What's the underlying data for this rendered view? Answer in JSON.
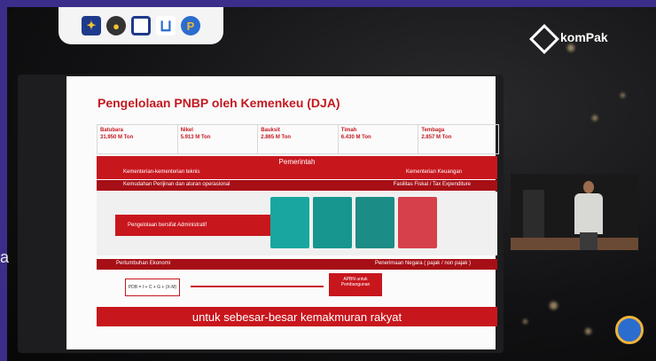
{
  "brand": {
    "name": "komPak",
    "logos": [
      "kemenkeu-emblem",
      "garuda-emblem",
      "square-logo",
      "bracket-logo",
      "p-logo"
    ]
  },
  "left_edge_text": "a",
  "slide": {
    "title": "Pengelolaan PNBP oleh Kemenkeu (DJA)",
    "commodities": [
      {
        "name": "Batubara",
        "value": "31.950 M Ton"
      },
      {
        "name": "Nikel",
        "value": "5.913 M Ton"
      },
      {
        "name": "Bauksit",
        "value": "2.865 M Ton"
      },
      {
        "name": "Timah",
        "value": "6.430 M Ton"
      },
      {
        "name": "Tembaga",
        "value": "2.857 M Ton"
      }
    ],
    "pemerintah": "Pemerintah",
    "left_ministry": "Kementerian-kementerian teknis",
    "right_ministry": "Kementerian Keuangan",
    "left_facility": "Kemudahan Perijinan dan aturan operasional",
    "right_facility": "Fasilitas Fiskal / Tax Expenditure",
    "arrow_text": "Pengelolaan bersifat Administratif",
    "growth": "Pertumbuhan Ekonomi",
    "revenue": "Penerimaan Negara ( pajak / non pajak )",
    "formula": "PDB = I + C + G + (X-M)",
    "apbn": "APBN untuk Pembangunan",
    "banner": "untuk sebesar-besar kemakmuran rakyat"
  },
  "colors": {
    "slide_red": "#c8161d",
    "frame_purple": "#3a2e8a",
    "box_colors": [
      "#1aa6a0",
      "#16968f",
      "#1b8c86",
      "#d6404a"
    ]
  }
}
